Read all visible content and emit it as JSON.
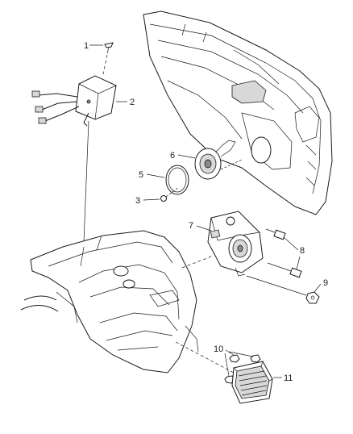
{
  "callouts": {
    "c1": "1",
    "c2": "2",
    "c3": "3",
    "c5": "5",
    "c6": "6",
    "c7": "7",
    "c8": "8",
    "c9": "9",
    "c10": "10",
    "c11": "11"
  },
  "colors": {
    "line": "#1a1a1a",
    "shade": "#d8d8d8",
    "background": "#ffffff"
  }
}
